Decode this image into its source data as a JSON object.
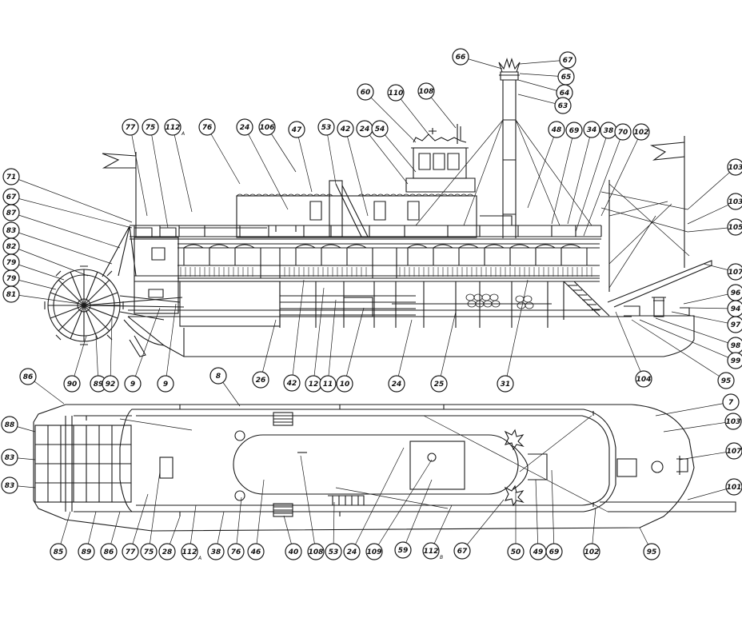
{
  "diagram": {
    "views": [
      "side-elevation",
      "deck-plan"
    ],
    "callouts": [
      {
        "label": "66",
        "sub": ""
      },
      {
        "label": "67",
        "sub": ""
      },
      {
        "label": "65",
        "sub": ""
      },
      {
        "label": "64",
        "sub": ""
      },
      {
        "label": "63",
        "sub": ""
      },
      {
        "label": "60",
        "sub": ""
      },
      {
        "label": "110",
        "sub": ""
      },
      {
        "label": "108",
        "sub": ""
      },
      {
        "label": "77",
        "sub": ""
      },
      {
        "label": "75",
        "sub": ""
      },
      {
        "label": "112",
        "sub": "A"
      },
      {
        "label": "76",
        "sub": ""
      },
      {
        "label": "24",
        "sub": ""
      },
      {
        "label": "106",
        "sub": ""
      },
      {
        "label": "47",
        "sub": ""
      },
      {
        "label": "53",
        "sub": ""
      },
      {
        "label": "42",
        "sub": ""
      },
      {
        "label": "24",
        "sub": ""
      },
      {
        "label": "54",
        "sub": ""
      },
      {
        "label": "48",
        "sub": ""
      },
      {
        "label": "69",
        "sub": ""
      },
      {
        "label": "34",
        "sub": ""
      },
      {
        "label": "38",
        "sub": ""
      },
      {
        "label": "70",
        "sub": ""
      },
      {
        "label": "102",
        "sub": ""
      },
      {
        "label": "71",
        "sub": ""
      },
      {
        "label": "67",
        "sub": ""
      },
      {
        "label": "87",
        "sub": ""
      },
      {
        "label": "83",
        "sub": ""
      },
      {
        "label": "82",
        "sub": ""
      },
      {
        "label": "79",
        "sub": ""
      },
      {
        "label": "79",
        "sub": ""
      },
      {
        "label": "81",
        "sub": ""
      },
      {
        "label": "103",
        "sub": ""
      },
      {
        "label": "103",
        "sub": ""
      },
      {
        "label": "105",
        "sub": ""
      },
      {
        "label": "107",
        "sub": ""
      },
      {
        "label": "96",
        "sub": ""
      },
      {
        "label": "94",
        "sub": ""
      },
      {
        "label": "97",
        "sub": ""
      },
      {
        "label": "98",
        "sub": ""
      },
      {
        "label": "99",
        "sub": ""
      },
      {
        "label": "95",
        "sub": ""
      },
      {
        "label": "86",
        "sub": ""
      },
      {
        "label": "90",
        "sub": ""
      },
      {
        "label": "89",
        "sub": ""
      },
      {
        "label": "92",
        "sub": ""
      },
      {
        "label": "9",
        "sub": ""
      },
      {
        "label": "9",
        "sub": ""
      },
      {
        "label": "8",
        "sub": ""
      },
      {
        "label": "26",
        "sub": ""
      },
      {
        "label": "42",
        "sub": ""
      },
      {
        "label": "12",
        "sub": ""
      },
      {
        "label": "11",
        "sub": ""
      },
      {
        "label": "10",
        "sub": ""
      },
      {
        "label": "24",
        "sub": ""
      },
      {
        "label": "25",
        "sub": ""
      },
      {
        "label": "31",
        "sub": ""
      },
      {
        "label": "104",
        "sub": ""
      },
      {
        "label": "7",
        "sub": ""
      },
      {
        "label": "103",
        "sub": ""
      },
      {
        "label": "107",
        "sub": ""
      },
      {
        "label": "101",
        "sub": ""
      },
      {
        "label": "95",
        "sub": ""
      },
      {
        "label": "88",
        "sub": ""
      },
      {
        "label": "83",
        "sub": ""
      },
      {
        "label": "83",
        "sub": ""
      },
      {
        "label": "85",
        "sub": ""
      },
      {
        "label": "89",
        "sub": ""
      },
      {
        "label": "86",
        "sub": ""
      },
      {
        "label": "77",
        "sub": ""
      },
      {
        "label": "75",
        "sub": ""
      },
      {
        "label": "28",
        "sub": ""
      },
      {
        "label": "112",
        "sub": "A"
      },
      {
        "label": "38",
        "sub": ""
      },
      {
        "label": "76",
        "sub": ""
      },
      {
        "label": "46",
        "sub": ""
      },
      {
        "label": "40",
        "sub": ""
      },
      {
        "label": "108",
        "sub": ""
      },
      {
        "label": "53",
        "sub": ""
      },
      {
        "label": "24",
        "sub": ""
      },
      {
        "label": "109",
        "sub": ""
      },
      {
        "label": "59",
        "sub": ""
      },
      {
        "label": "112",
        "sub": "B"
      },
      {
        "label": "67",
        "sub": ""
      },
      {
        "label": "50",
        "sub": ""
      },
      {
        "label": "49",
        "sub": ""
      },
      {
        "label": "69",
        "sub": ""
      },
      {
        "label": "102",
        "sub": ""
      }
    ]
  }
}
